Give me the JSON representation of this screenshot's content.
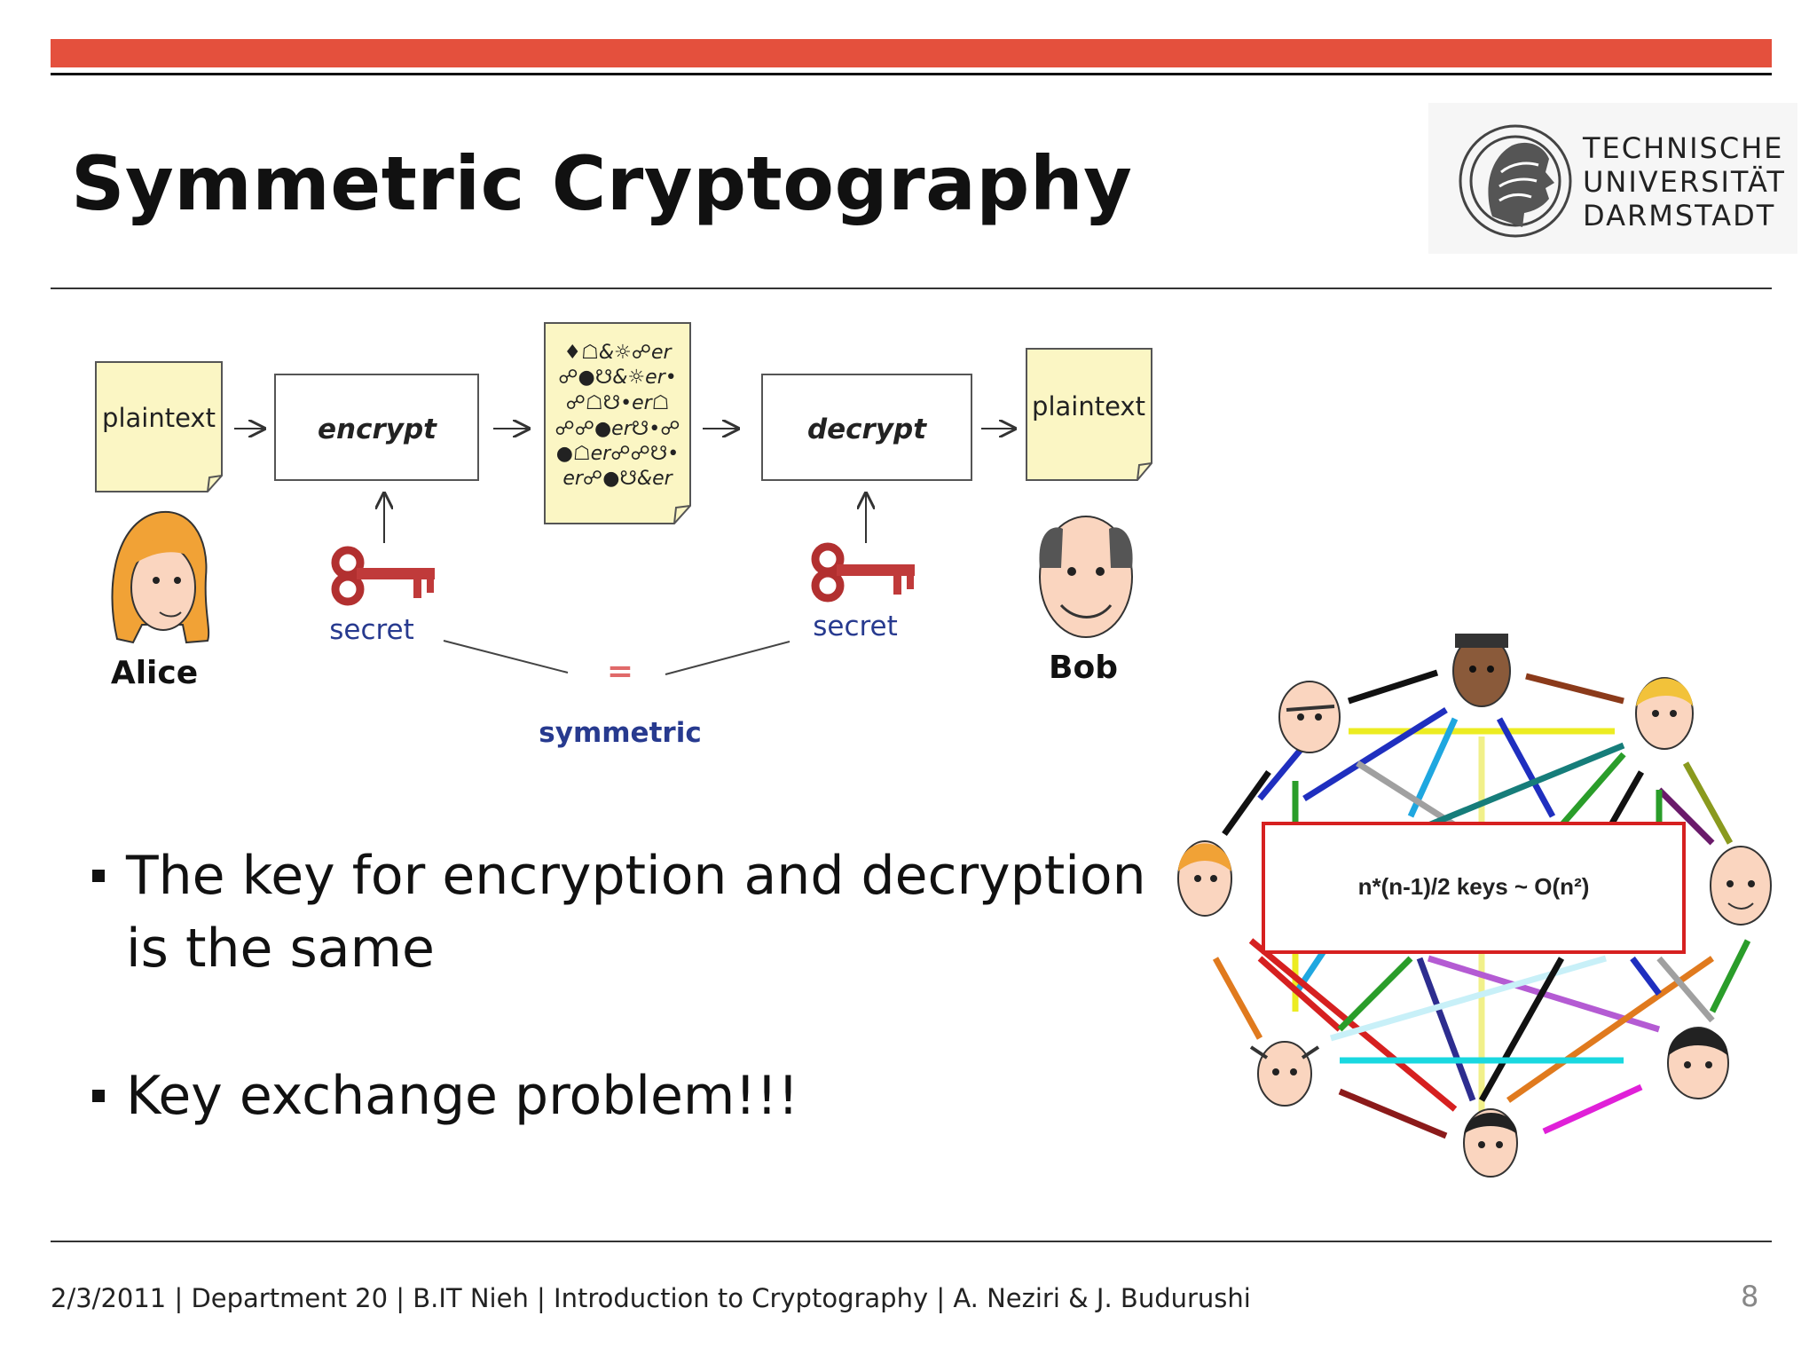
{
  "slide": {
    "title": "Symmetric Cryptography",
    "logo_lines": [
      "TECHNISCHE",
      "UNIVERSITÄT",
      "DARMSTADT"
    ],
    "bullets": [
      {
        "lines": [
          "The key for encryption and decryption",
          "is the same"
        ]
      },
      {
        "lines": [
          "Key exchange problem!!!"
        ]
      }
    ],
    "footer": "2/3/2011 | Department 20  | B.IT Nieh | Introduction to Cryptography | A. Neziri & J. Budurushi",
    "page_number": "8"
  },
  "diagram": {
    "plaintext_left": "plaintext",
    "encrypt_label": "encrypt",
    "decrypt_label": "decrypt",
    "plaintext_right": "plaintext",
    "secret_left": "secret",
    "secret_right": "secret",
    "equals_sign": "=",
    "symmetric_label": "symmetric",
    "alice_label": "Alice",
    "bob_label": "Bob",
    "ciphertext_lines": [
      "♦☖&☼☍er",
      "☍●☋&☼er•",
      "☍☖☋•er☖",
      "☍☍●er☋•☍",
      "●☖er☍☍☋•",
      "er☍●☋&er"
    ]
  },
  "network": {
    "box_label": "n*(n-1)/2 keys ~ O(n²)",
    "border_color": "#d62020",
    "edge_colors": [
      "#111111",
      "#8b3a1a",
      "#1f2fbf",
      "#1fa7e0",
      "#ecec22",
      "#a0a0a0",
      "#167d7a",
      "#2a9d2a",
      "#b45bd3",
      "#e07a1e",
      "#d62020",
      "#19d8e0",
      "#e020d8",
      "#8a9a1e",
      "#2d2d8f",
      "#aa7ad8"
    ]
  }
}
